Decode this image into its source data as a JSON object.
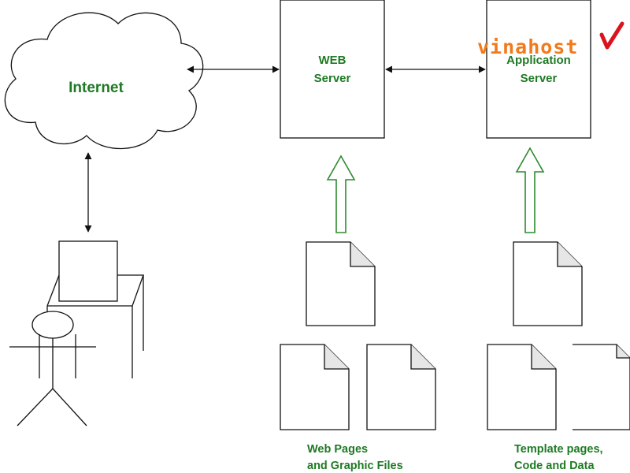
{
  "nodes": {
    "internet": "Internet",
    "web_server": [
      "WEB",
      "Server"
    ],
    "app_server": [
      "Application",
      "Server"
    ],
    "web_files": [
      "Web Pages",
      "and Graphic Files"
    ],
    "app_files": [
      "Template pages,",
      "Code and Data"
    ]
  },
  "watermark": "vinahost",
  "colors": {
    "label": "#1e7a24",
    "upload_arrow": "#2e8b2e",
    "line": "#111111",
    "watermark": "#f27a1a",
    "watermark_check": "#d9141e"
  }
}
